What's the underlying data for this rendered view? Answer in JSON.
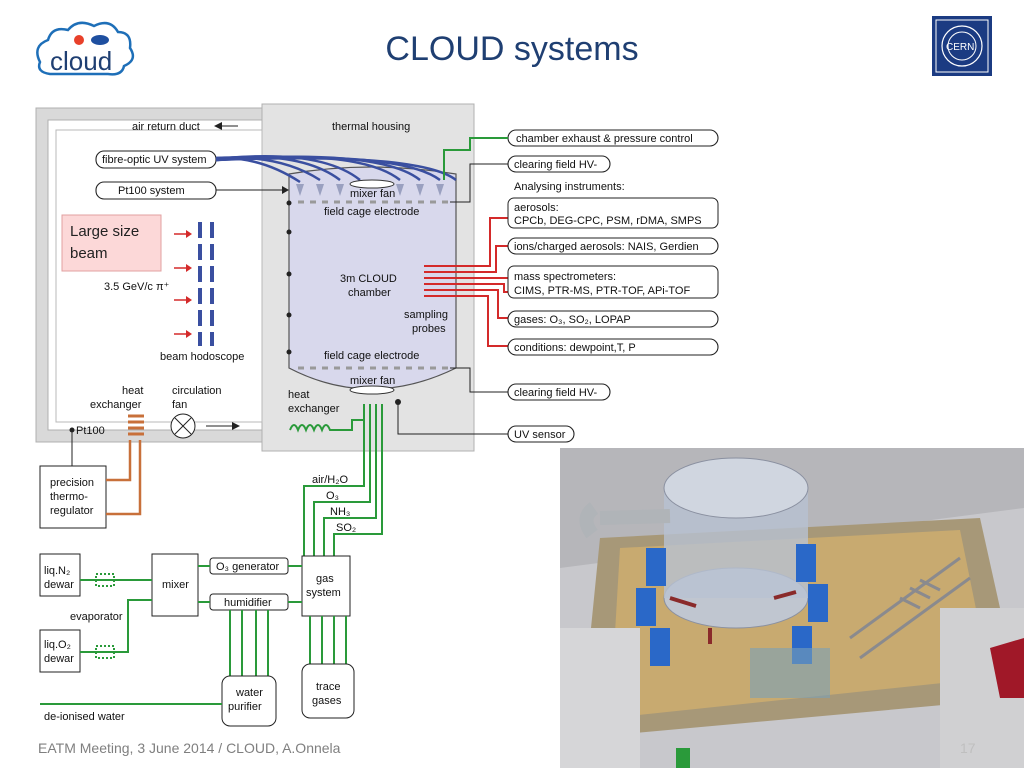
{
  "slide": {
    "title": "CLOUD systems",
    "footer": "EATM Meeting, 3 June 2014 / CLOUD, A.Onnela",
    "page_number": "17"
  },
  "logos": {
    "cloud_logo_text": "cloud",
    "cern_logo_text": "CERN"
  },
  "colors": {
    "title": "#1f3f72",
    "gas_line": "#2a9a3a",
    "sampling_line": "#d42a2a",
    "uv_fibre": "#3a4fa0",
    "thermo_line": "#c8703a",
    "chamber_fill": "#d8d8ec",
    "housing_fill": "#e0e0e0",
    "callout_fill": "#fcd8d8"
  },
  "diagram": {
    "air_return_duct": "air return duct",
    "thermal_housing": "thermal housing",
    "fibre_optic": "fibre-optic UV system",
    "pt100_system": "Pt100 system",
    "callout_line1": "Large size",
    "callout_line2": "beam",
    "beam_energy": "3.5 GeV/c π⁺",
    "beam_hodoscope": "beam hodoscope",
    "heat_exchanger_line1": "heat",
    "heat_exchanger_line2": "exchanger",
    "circulation_line1": "circulation",
    "circulation_line2": "fan",
    "pt100": "Pt100",
    "thermo_line1": "precision",
    "thermo_line2": "thermo-",
    "thermo_line3": "regulator",
    "mixer_fan_top": "mixer fan",
    "mixer_fan_bottom": "mixer fan",
    "field_cage_top": "field cage electrode",
    "field_cage_bottom": "field cage electrode",
    "chamber_line1": "3m CLOUD",
    "chamber_line2": "chamber",
    "sampling_line1": "sampling",
    "sampling_line2": "probes",
    "chamber_heat_line1": "heat",
    "chamber_heat_line2": "exchanger",
    "gas_air": "air/H₂O",
    "gas_o3": "O₃",
    "gas_nh3": "NH₃",
    "gas_so2": "SO₂",
    "gas_system_line1": "gas",
    "gas_system_line2": "system",
    "o3_generator": "O₃ generator",
    "humidifier": "humidifier",
    "mixer": "mixer",
    "liqn2_line1": "liq.N₂",
    "liqn2_line2": "dewar",
    "liqo2_line1": "liq.O₂",
    "liqo2_line2": "dewar",
    "evaporator": "evaporator",
    "water_line1": "water",
    "water_line2": "purifier",
    "trace_line1": "trace",
    "trace_line2": "gases",
    "deionised": "de-ionised water"
  },
  "right_labels": {
    "exhaust": "chamber exhaust & pressure control",
    "hv_top": "clearing field HV-",
    "analysing": "Analysing instruments:",
    "aerosols_line1": "aerosols:",
    "aerosols_line2": "CPCb, DEG-CPC, PSM, rDMA, SMPS",
    "ions": "ions/charged aerosols: NAIS, Gerdien",
    "mass_line1": "mass spectrometers:",
    "mass_line2": "CIMS, PTR-MS, PTR-TOF, APi-TOF",
    "gases": "gases: O₃, SO₂, LOPAP",
    "conditions": "conditions: dewpoint,T, P",
    "hv_bottom": "clearing field HV-",
    "uv_sensor": "UV sensor"
  }
}
